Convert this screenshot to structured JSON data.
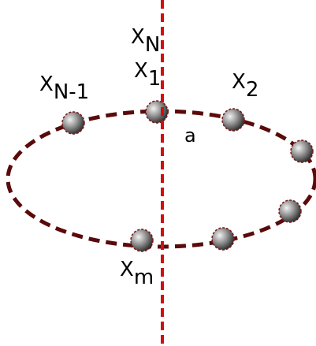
{
  "diagram": {
    "colors": {
      "ring": "#5a0a0a",
      "axis": "#d01010",
      "bead_light": "#e8e8e8",
      "bead_dark": "#303030",
      "bead_outline": "#7a1a1a",
      "text": "#000000"
    },
    "labels": {
      "xN_base": "X",
      "xN_sub": "N",
      "x1_base": "X",
      "x1_sub": "1",
      "x2_base": "X",
      "x2_sub": "2",
      "xN1_base": "X",
      "xN1_sub": "N-1",
      "xm_base": "X",
      "xm_sub": "m",
      "spacing": "a"
    }
  }
}
